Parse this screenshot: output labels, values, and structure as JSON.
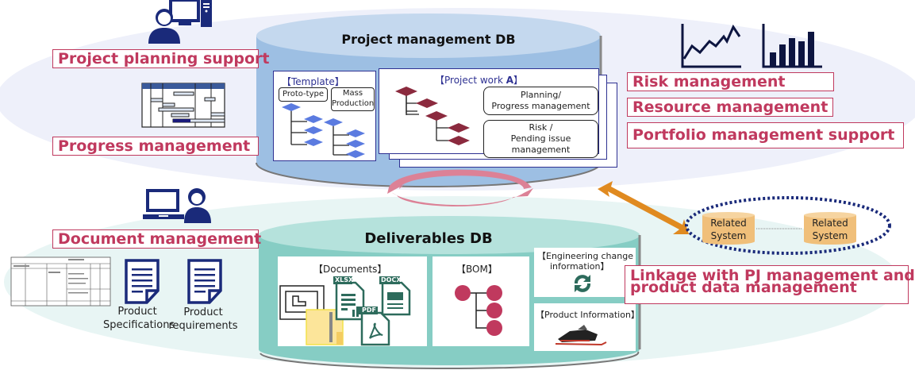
{
  "colors": {
    "label_accent": "#c0395e",
    "pm_db": "#9dbfe3",
    "deliverables_db": "#86cdc4",
    "icon_navy": "#1a2a7a",
    "cycle_arrow": "#dc8196",
    "link_arrow": "#e08a20",
    "related_system": "#f0bf7a",
    "wbs_template": "#5b7be0",
    "wbs_project": "#8b2a3e"
  },
  "left_labels": {
    "project_planning": "Project planning support",
    "progress": "Progress management",
    "document": "Document management"
  },
  "right_labels": {
    "risk": "Risk management",
    "resource": "Resource management",
    "portfolio": "Portfolio management support"
  },
  "linkage_label": {
    "line1": "Linkage with PJ management and",
    "line2": "product data management"
  },
  "pm_db": {
    "title": "Project management DB",
    "template": {
      "title": "【Template】",
      "tab1": "Proto-type",
      "tab2_line1": "Mass",
      "tab2_line2": "Production"
    },
    "project_work": {
      "title_prefix": "【Project work ",
      "title_bold": "A",
      "title_suffix": "】",
      "box1_line1": "Planning/",
      "box1_line2": "Progress management",
      "box2_line1": "Risk /",
      "box2_line2": "Pending issue",
      "box2_line3": "management"
    }
  },
  "deliverables_db": {
    "title": "Deliverables DB",
    "documents": {
      "title": "【Documents】",
      "xlsx": "XLSX",
      "docx": "DOCX",
      "pdf": "PDF"
    },
    "bom": {
      "title": "【BOM】"
    },
    "engineering_change": {
      "line1": "【Engineering change",
      "line2": "information】"
    },
    "product_info": {
      "title": "【Product Information】"
    }
  },
  "related_systems": {
    "system1_line1": "Related",
    "system1_line2": "System",
    "system2_line1": "Related",
    "system2_line2": "System"
  },
  "document_captions": {
    "spec_line1": "Product",
    "spec_line2": "Specifications",
    "req_line1": "Product",
    "req_line2": "requirements"
  }
}
